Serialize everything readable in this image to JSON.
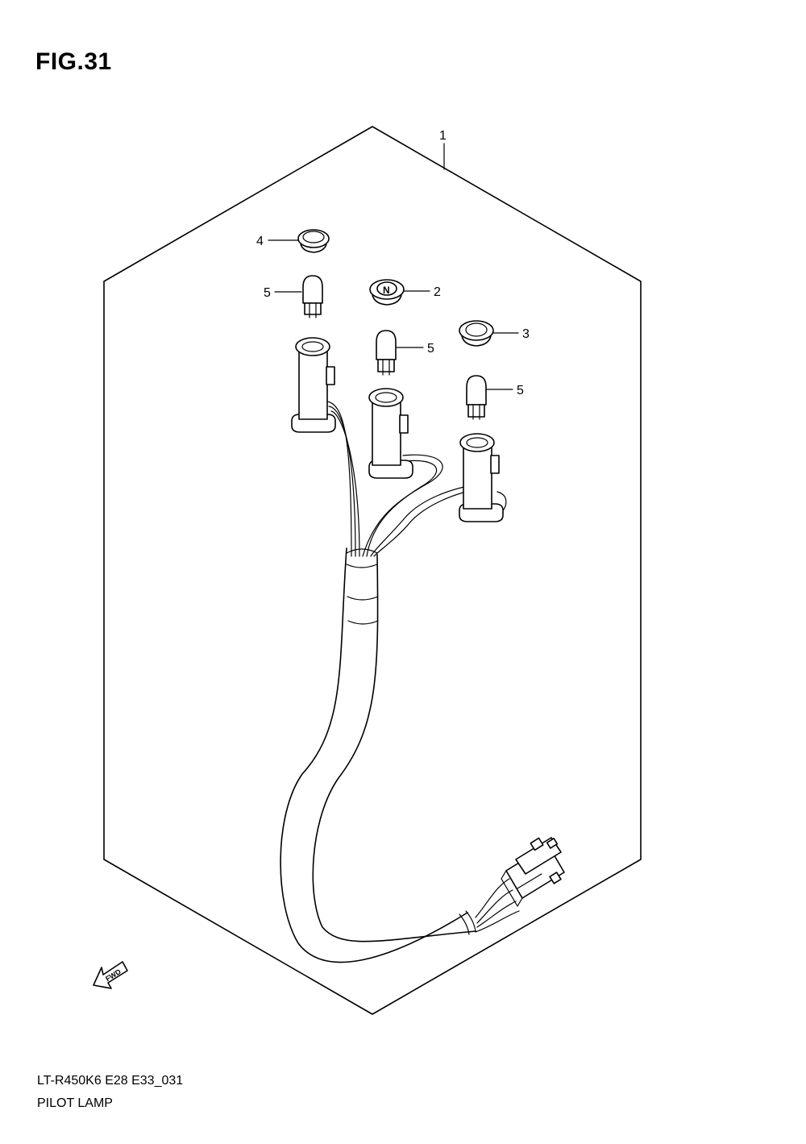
{
  "figure": {
    "title": "FIG.31",
    "code": "LT-R450K6 E28 E33_031",
    "name": "PILOT LAMP"
  },
  "callouts": [
    {
      "ref": "1",
      "part": "harness-assembly"
    },
    {
      "ref": "4",
      "part": "lens-cap"
    },
    {
      "ref": "5",
      "part": "bulb"
    },
    {
      "ref": "2",
      "part": "lens-cap-neutral"
    },
    {
      "ref": "5",
      "part": "bulb"
    },
    {
      "ref": "3",
      "part": "lens-cap"
    },
    {
      "ref": "5",
      "part": "bulb"
    }
  ],
  "lens_marks": {
    "neutral": "N"
  },
  "fwd_arrow": "FWD"
}
